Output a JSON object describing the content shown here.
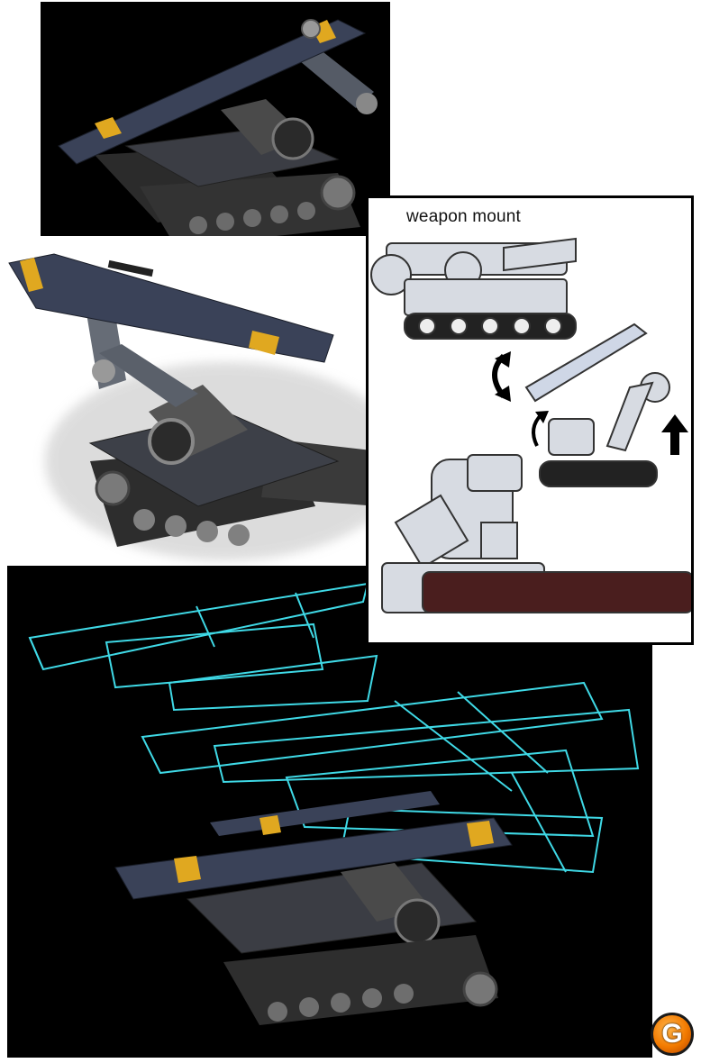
{
  "sketch_panel": {
    "label": "weapon mount"
  },
  "logo": {
    "letter": "G",
    "name": "gamespot-logo"
  },
  "colors": {
    "wireframe": "#3fd9e6",
    "hull": "#3a4258",
    "stripe": "#e0a820",
    "background_dark": "#000000",
    "background_light": "#ffffff"
  }
}
